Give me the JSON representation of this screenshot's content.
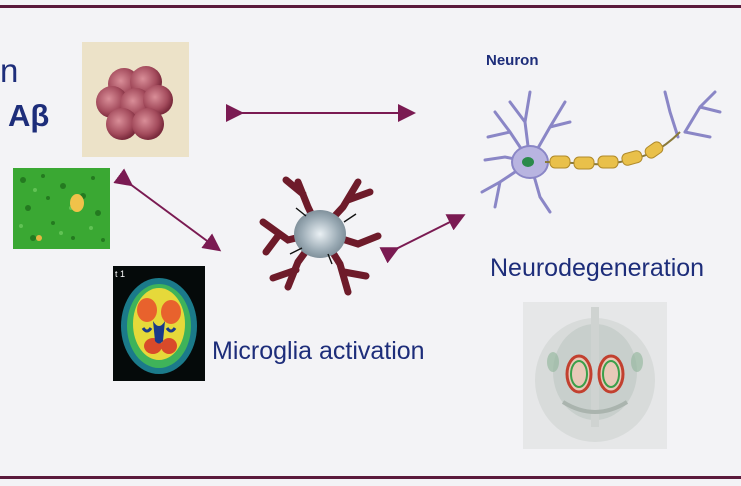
{
  "heading": {
    "fragment_1": "n",
    "fragment_2": "Aβ"
  },
  "labels": {
    "microglia_activation": "Microglia activation",
    "neurodegeneration": "Neurodegeneration",
    "neuron": "Neuron"
  },
  "pet_label": "t 1",
  "colors": {
    "border": "#5b1a3c",
    "text": "#1d2d7a",
    "arrow": "#7a1a52",
    "background": "#f3f3f6"
  },
  "icons": {
    "amyloid": "amyloid-plaque-icon",
    "microscopy": "fluorescence-microscopy-image",
    "pet": "pet-brain-scan",
    "microglia": "microglia-cell-icon",
    "neuron": "neuron-icon",
    "mri": "mri-brain-render"
  }
}
